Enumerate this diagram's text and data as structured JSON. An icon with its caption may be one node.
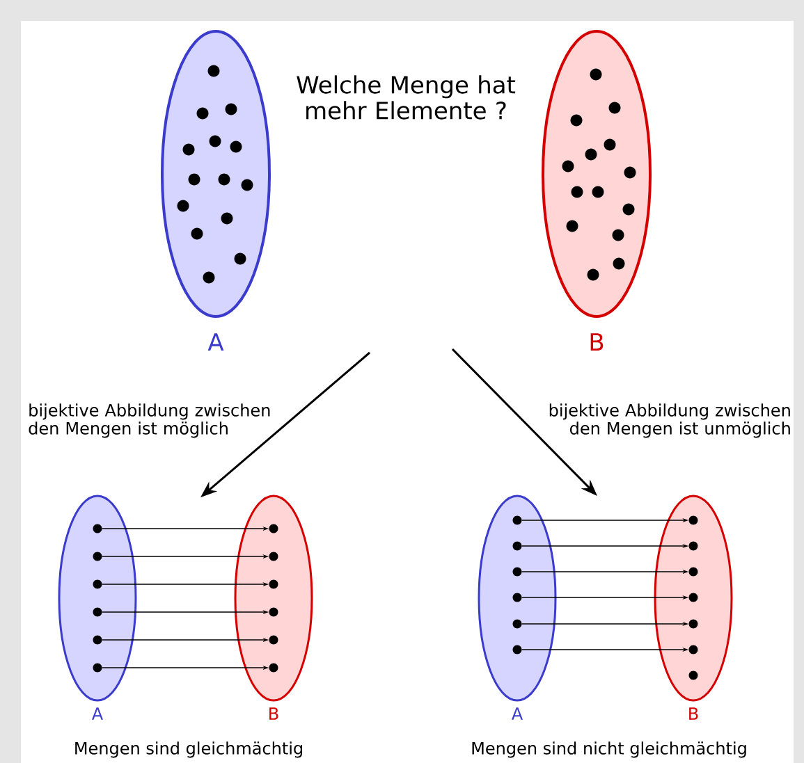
{
  "diagram": {
    "title": "Welche Menge hat mehr Elemente ?",
    "nodes": [
      {
        "text": [],
        "shape": "ellipse",
        "beside": [
          "A"
        ]
      },
      {
        "text": [],
        "shape": "circle",
        "in": 0
      },
      {
        "text": [],
        "shape": "circle",
        "in": 0
      },
      {
        "text": [],
        "shape": "circle",
        "in": 0
      },
      {
        "text": [],
        "shape": "circle",
        "in": 0
      },
      {
        "text": [],
        "shape": "circle",
        "in": 0
      },
      {
        "text": [],
        "shape": "circle",
        "in": 0
      },
      {
        "text": [],
        "shape": "circle",
        "in": 0
      },
      {
        "text": [],
        "shape": "circle",
        "in": 0
      },
      {
        "text": [],
        "shape": "circle",
        "in": 0
      },
      {
        "text": [],
        "shape": "circle",
        "in": 0
      },
      {
        "text": [],
        "shape": "circle",
        "in": 0
      },
      {
        "text": [],
        "shape": "circle",
        "in": 0
      },
      {
        "text": [],
        "shape": "circle",
        "in": 0
      },
      {
        "text": [],
        "shape": "circle",
        "in": 0
      },
      {
        "text": [],
        "shape": "ellipse",
        "beside": [
          "B"
        ]
      },
      {
        "text": [],
        "shape": "circle",
        "in": 15
      },
      {
        "text": [],
        "shape": "circle",
        "in": 15
      },
      {
        "text": [],
        "shape": "circle",
        "in": 15
      },
      {
        "text": [],
        "shape": "circle",
        "in": 15
      },
      {
        "text": [],
        "shape": "circle",
        "in": 15
      },
      {
        "text": [],
        "shape": "circle",
        "in": 15
      },
      {
        "text": [],
        "shape": "circle",
        "in": 15
      },
      {
        "text": [],
        "shape": "circle",
        "in": 15
      },
      {
        "text": [],
        "shape": "circle",
        "in": 15
      },
      {
        "text": [],
        "shape": "circle",
        "in": 15
      },
      {
        "text": [],
        "shape": "circle",
        "in": 15
      },
      {
        "text": [],
        "shape": "circle",
        "in": 15
      },
      {
        "text": [],
        "shape": "circle",
        "in": 15
      },
      {
        "text": [],
        "shape": "circle",
        "in": 15
      },
      {
        "text": [],
        "shape": "ellipse",
        "beside": [
          "A"
        ]
      },
      {
        "text": [],
        "shape": "circle",
        "in": 30
      },
      {
        "text": [],
        "shape": "circle",
        "in": 30
      },
      {
        "text": [],
        "shape": "circle",
        "in": 30
      },
      {
        "text": [],
        "shape": "circle",
        "in": 30
      },
      {
        "text": [],
        "shape": "circle",
        "in": 30
      },
      {
        "text": [],
        "shape": "circle",
        "in": 30
      },
      {
        "text": [],
        "shape": "ellipse",
        "beside": [
          "B"
        ]
      },
      {
        "text": [],
        "shape": "circle",
        "in": 37
      },
      {
        "text": [],
        "shape": "circle",
        "in": 37
      },
      {
        "text": [],
        "shape": "circle",
        "in": 37
      },
      {
        "text": [],
        "shape": "circle",
        "in": 37
      },
      {
        "text": [],
        "shape": "circle",
        "in": 37
      },
      {
        "text": [],
        "shape": "circle",
        "in": 37
      },
      {
        "text": [],
        "shape": "ellipse",
        "beside": [
          "A"
        ]
      },
      {
        "text": [],
        "shape": "circle",
        "in": 44
      },
      {
        "text": [],
        "shape": "circle",
        "in": 44
      },
      {
        "text": [],
        "shape": "circle",
        "in": 44
      },
      {
        "text": [],
        "shape": "circle",
        "in": 44
      },
      {
        "text": [],
        "shape": "circle",
        "in": 44
      },
      {
        "text": [],
        "shape": "circle",
        "in": 44
      },
      {
        "text": [],
        "shape": "ellipse",
        "beside": [
          "B"
        ]
      },
      {
        "text": [],
        "shape": "circle",
        "in": 51
      },
      {
        "text": [],
        "shape": "circle",
        "in": 51
      },
      {
        "text": [],
        "shape": "circle",
        "in": 51
      },
      {
        "text": [],
        "shape": "circle",
        "in": 51
      },
      {
        "text": [],
        "shape": "circle",
        "in": 51
      },
      {
        "text": [],
        "shape": "circle",
        "in": 51
      },
      {
        "text": [],
        "shape": "circle",
        "in": 51
      }
    ],
    "edges": [
      {
        "from": 31,
        "to": 38,
        "arrow": "to"
      },
      {
        "from": 32,
        "to": 39,
        "arrow": "to"
      },
      {
        "from": 33,
        "to": 40,
        "arrow": "to"
      },
      {
        "from": 34,
        "to": 41,
        "arrow": "to"
      },
      {
        "from": 35,
        "to": 42,
        "arrow": "to"
      },
      {
        "from": 36,
        "to": 43,
        "arrow": "to"
      },
      {
        "from": 45,
        "to": 52,
        "arrow": "to"
      },
      {
        "from": 46,
        "to": 53,
        "arrow": "to"
      },
      {
        "from": 47,
        "to": 54,
        "arrow": "to"
      },
      {
        "from": 48,
        "to": 55,
        "arrow": "to"
      },
      {
        "from": 49,
        "to": 56,
        "arrow": "to"
      },
      {
        "from": 50,
        "to": 57,
        "arrow": "to"
      }
    ],
    "labels": [
      "bijektive Abbildung zwischen den Mengen ist möglich",
      "bijektive Abbildung zwischen den Mengen ist unmöglich",
      "Mengen sind gleichmächtig",
      "Mengen sind nicht gleichmächtig"
    ]
  }
}
